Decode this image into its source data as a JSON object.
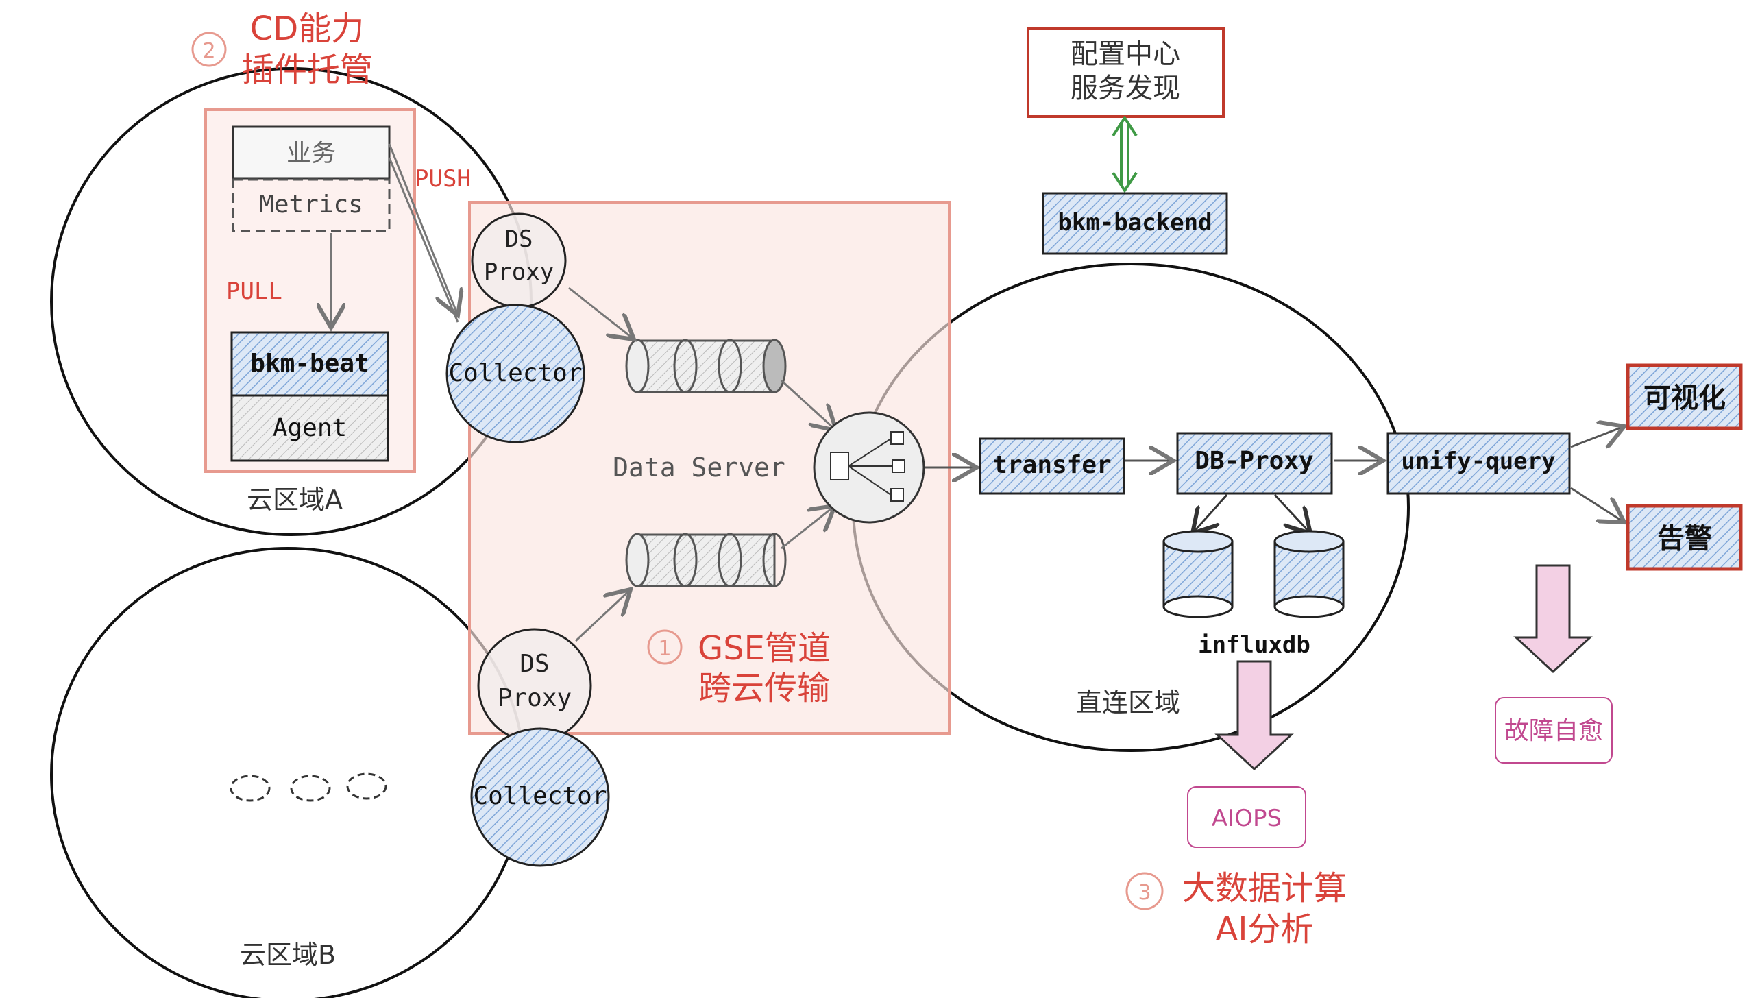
{
  "colors": {
    "accent_red": "#d9433a",
    "pink_fill": "#fbe5e1",
    "pink_border": "#e79a8f",
    "blue_hatch": "#7fa6d8",
    "green": "#3f9a45",
    "magenta": "#c1488f",
    "light_pink": "#f3d0e4"
  },
  "sections": {
    "cd": {
      "number": "2",
      "line1": "CD能力",
      "line2": "插件托管"
    },
    "gse": {
      "number": "1",
      "line1": "GSE管道",
      "line2": "跨云传输"
    },
    "bigdata": {
      "number": "3",
      "line1": "大数据计算",
      "line2": "AI分析"
    }
  },
  "regions": {
    "cloud_a": "云区域A",
    "cloud_b": "云区域B",
    "direct": "直连区域",
    "data_server": "Data Server"
  },
  "nodes": {
    "business": "业务",
    "metrics": "Metrics",
    "push": "PUSH",
    "pull": "PULL",
    "bkm_beat": "bkm-beat",
    "agent": "Agent",
    "ds_proxy_top_line1": "DS",
    "ds_proxy_top_line2": "Proxy",
    "collector_top": "Collector",
    "ds_proxy_bottom_line1": "DS",
    "ds_proxy_bottom_line2": "Proxy",
    "collector_bottom": "Collector",
    "config_center_line1": "配置中心",
    "config_center_line2": "服务发现",
    "bkm_backend": "bkm-backend",
    "transfer": "transfer",
    "db_proxy": "DB-Proxy",
    "unify_query": "unify-query",
    "influxdb": "influxdb",
    "visualization": "可视化",
    "alert": "告警",
    "self_healing": "故障自愈",
    "aiops": "AIOPS"
  }
}
